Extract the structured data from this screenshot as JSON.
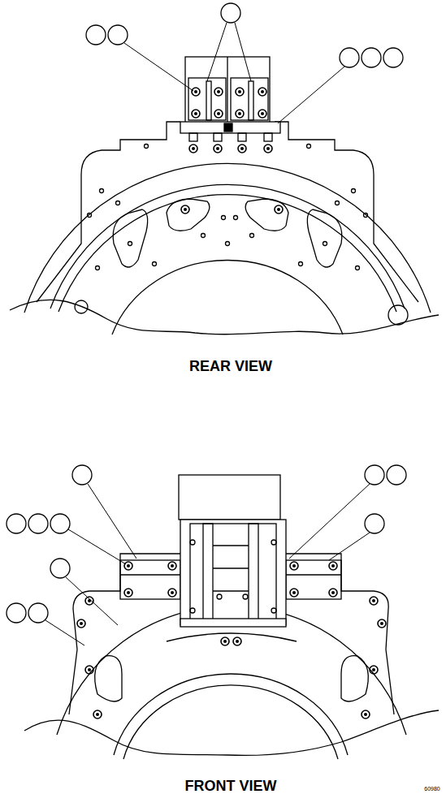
{
  "diagram": {
    "labels": [
      "REAR VIEW",
      "FRONT VIEW",
      "60980"
    ]
  }
}
